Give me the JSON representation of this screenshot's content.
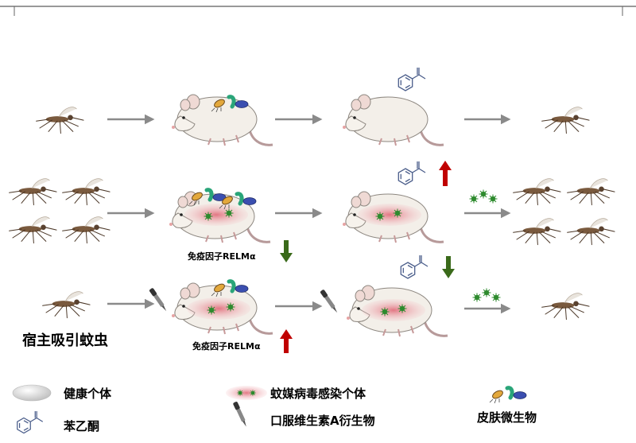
{
  "labels": {
    "relm_down": "免疫因子RELMα",
    "relm_up": "免疫因子RELMα",
    "host_attraction": "宿主吸引蚊虫"
  },
  "legend": {
    "healthy": "健康个体",
    "acetophenone": "苯乙酮",
    "infected": "蚊媒病毒感染个体",
    "retinoid": "口服维生素A衍生物",
    "microbiota": "皮肤微生物"
  },
  "colors": {
    "arrow_gray": "#8a8a8a",
    "up_arrow": "#c00000",
    "down_arrow": "#3a6a1a",
    "infection": "#e48a93",
    "virus": "#2e8b2e",
    "molecule": "#4a5d8a"
  }
}
